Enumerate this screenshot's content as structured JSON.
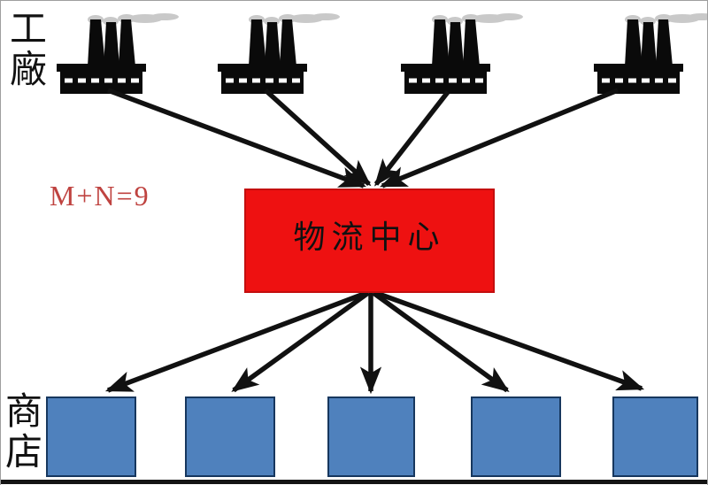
{
  "diagram": {
    "title": "Factory to logistics center to shops distribution diagram",
    "labels": {
      "factories": "工廠",
      "shops": "商店",
      "equation": "M+N=9",
      "center": "物流中心"
    },
    "counts": {
      "factories": 4,
      "shops": 5,
      "inbound_arrows": 4,
      "outbound_arrows": 5
    },
    "colors": {
      "center_box_fill": "#ee1111",
      "center_box_border": "#c40e0e",
      "shop_fill": "#4f81bd",
      "shop_border": "#17375e",
      "equation_text": "#bf4340",
      "arrow": "#111111",
      "factory_silhouette": "#0a0a0a",
      "smoke": "#a9a9a9",
      "bottom_line": "#141414"
    },
    "icons": {
      "factory": "factory-icon",
      "smoke": "smoke-icon",
      "arrowhead": "arrowhead-icon"
    }
  }
}
